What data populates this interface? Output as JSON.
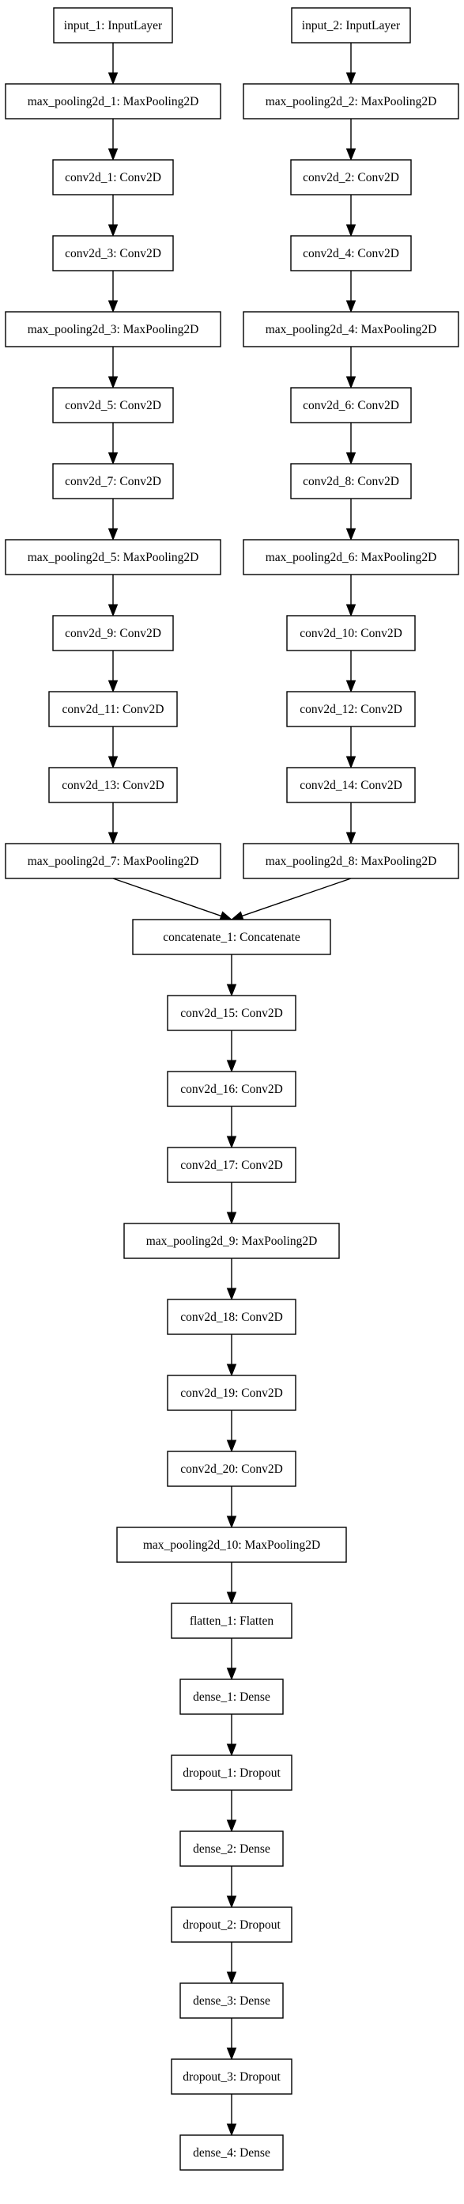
{
  "diagram": {
    "nodes": [
      {
        "id": "input_1",
        "label": "input_1: InputLayer"
      },
      {
        "id": "input_2",
        "label": "input_2: InputLayer"
      },
      {
        "id": "max_pooling2d_1",
        "label": "max_pooling2d_1: MaxPooling2D"
      },
      {
        "id": "max_pooling2d_2",
        "label": "max_pooling2d_2: MaxPooling2D"
      },
      {
        "id": "conv2d_1",
        "label": "conv2d_1: Conv2D"
      },
      {
        "id": "conv2d_2",
        "label": "conv2d_2: Conv2D"
      },
      {
        "id": "conv2d_3",
        "label": "conv2d_3: Conv2D"
      },
      {
        "id": "conv2d_4",
        "label": "conv2d_4: Conv2D"
      },
      {
        "id": "max_pooling2d_3",
        "label": "max_pooling2d_3: MaxPooling2D"
      },
      {
        "id": "max_pooling2d_4",
        "label": "max_pooling2d_4: MaxPooling2D"
      },
      {
        "id": "conv2d_5",
        "label": "conv2d_5: Conv2D"
      },
      {
        "id": "conv2d_6",
        "label": "conv2d_6: Conv2D"
      },
      {
        "id": "conv2d_7",
        "label": "conv2d_7: Conv2D"
      },
      {
        "id": "conv2d_8",
        "label": "conv2d_8: Conv2D"
      },
      {
        "id": "max_pooling2d_5",
        "label": "max_pooling2d_5: MaxPooling2D"
      },
      {
        "id": "max_pooling2d_6",
        "label": "max_pooling2d_6: MaxPooling2D"
      },
      {
        "id": "conv2d_9",
        "label": "conv2d_9: Conv2D"
      },
      {
        "id": "conv2d_10",
        "label": "conv2d_10: Conv2D"
      },
      {
        "id": "conv2d_11",
        "label": "conv2d_11: Conv2D"
      },
      {
        "id": "conv2d_12",
        "label": "conv2d_12: Conv2D"
      },
      {
        "id": "conv2d_13",
        "label": "conv2d_13: Conv2D"
      },
      {
        "id": "conv2d_14",
        "label": "conv2d_14: Conv2D"
      },
      {
        "id": "max_pooling2d_7",
        "label": "max_pooling2d_7: MaxPooling2D"
      },
      {
        "id": "max_pooling2d_8",
        "label": "max_pooling2d_8: MaxPooling2D"
      },
      {
        "id": "concatenate_1",
        "label": "concatenate_1: Concatenate"
      },
      {
        "id": "conv2d_15",
        "label": "conv2d_15: Conv2D"
      },
      {
        "id": "conv2d_16",
        "label": "conv2d_16: Conv2D"
      },
      {
        "id": "conv2d_17",
        "label": "conv2d_17: Conv2D"
      },
      {
        "id": "max_pooling2d_9",
        "label": "max_pooling2d_9: MaxPooling2D"
      },
      {
        "id": "conv2d_18",
        "label": "conv2d_18: Conv2D"
      },
      {
        "id": "conv2d_19",
        "label": "conv2d_19: Conv2D"
      },
      {
        "id": "conv2d_20",
        "label": "conv2d_20: Conv2D"
      },
      {
        "id": "max_pooling2d_10",
        "label": "max_pooling2d_10: MaxPooling2D"
      },
      {
        "id": "flatten_1",
        "label": "flatten_1: Flatten"
      },
      {
        "id": "dense_1",
        "label": "dense_1: Dense"
      },
      {
        "id": "dropout_1",
        "label": "dropout_1: Dropout"
      },
      {
        "id": "dense_2",
        "label": "dense_2: Dense"
      },
      {
        "id": "dropout_2",
        "label": "dropout_2: Dropout"
      },
      {
        "id": "dense_3",
        "label": "dense_3: Dense"
      },
      {
        "id": "dropout_3",
        "label": "dropout_3: Dropout"
      },
      {
        "id": "dense_4",
        "label": "dense_4: Dense"
      }
    ],
    "edges": [
      [
        "input_1",
        "max_pooling2d_1"
      ],
      [
        "max_pooling2d_1",
        "conv2d_1"
      ],
      [
        "conv2d_1",
        "conv2d_3"
      ],
      [
        "conv2d_3",
        "max_pooling2d_3"
      ],
      [
        "max_pooling2d_3",
        "conv2d_5"
      ],
      [
        "conv2d_5",
        "conv2d_7"
      ],
      [
        "conv2d_7",
        "max_pooling2d_5"
      ],
      [
        "max_pooling2d_5",
        "conv2d_9"
      ],
      [
        "conv2d_9",
        "conv2d_11"
      ],
      [
        "conv2d_11",
        "conv2d_13"
      ],
      [
        "conv2d_13",
        "max_pooling2d_7"
      ],
      [
        "input_2",
        "max_pooling2d_2"
      ],
      [
        "max_pooling2d_2",
        "conv2d_2"
      ],
      [
        "conv2d_2",
        "conv2d_4"
      ],
      [
        "conv2d_4",
        "max_pooling2d_4"
      ],
      [
        "max_pooling2d_4",
        "conv2d_6"
      ],
      [
        "conv2d_6",
        "conv2d_8"
      ],
      [
        "conv2d_8",
        "max_pooling2d_6"
      ],
      [
        "max_pooling2d_6",
        "conv2d_10"
      ],
      [
        "conv2d_10",
        "conv2d_12"
      ],
      [
        "conv2d_12",
        "conv2d_14"
      ],
      [
        "conv2d_14",
        "max_pooling2d_8"
      ],
      [
        "max_pooling2d_7",
        "concatenate_1"
      ],
      [
        "max_pooling2d_8",
        "concatenate_1"
      ],
      [
        "concatenate_1",
        "conv2d_15"
      ],
      [
        "conv2d_15",
        "conv2d_16"
      ],
      [
        "conv2d_16",
        "conv2d_17"
      ],
      [
        "conv2d_17",
        "max_pooling2d_9"
      ],
      [
        "max_pooling2d_9",
        "conv2d_18"
      ],
      [
        "conv2d_18",
        "conv2d_19"
      ],
      [
        "conv2d_19",
        "conv2d_20"
      ],
      [
        "conv2d_20",
        "max_pooling2d_10"
      ],
      [
        "max_pooling2d_10",
        "flatten_1"
      ],
      [
        "flatten_1",
        "dense_1"
      ],
      [
        "dense_1",
        "dropout_1"
      ],
      [
        "dropout_1",
        "dense_2"
      ],
      [
        "dense_2",
        "dropout_2"
      ],
      [
        "dropout_2",
        "dense_3"
      ],
      [
        "dense_3",
        "dropout_3"
      ],
      [
        "dropout_3",
        "dense_4"
      ]
    ]
  }
}
